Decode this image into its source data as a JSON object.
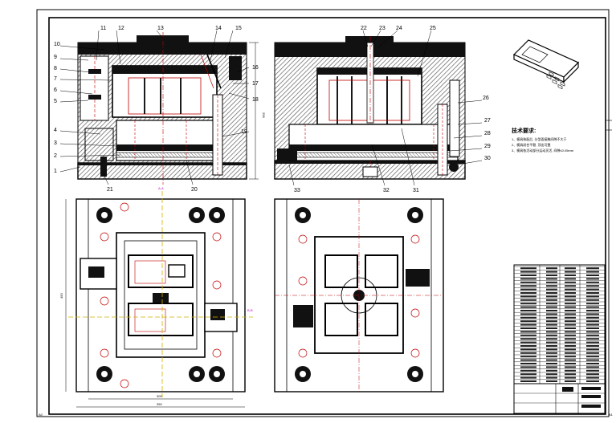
{
  "part_labels_left": [
    {
      "num": "10"
    },
    {
      "num": "9"
    },
    {
      "num": "8"
    },
    {
      "num": "7"
    },
    {
      "num": "6"
    },
    {
      "num": "5"
    },
    {
      "num": "4"
    },
    {
      "num": "3"
    },
    {
      "num": "2"
    },
    {
      "num": "1"
    }
  ],
  "part_labels_top": [
    {
      "num": "11"
    },
    {
      "num": "12"
    },
    {
      "num": "13"
    },
    {
      "num": "14"
    },
    {
      "num": "15"
    },
    {
      "num": "22"
    },
    {
      "num": "23"
    },
    {
      "num": "24"
    },
    {
      "num": "25"
    }
  ],
  "part_labels_right": [
    {
      "num": "16"
    },
    {
      "num": "17"
    },
    {
      "num": "18"
    },
    {
      "num": "19"
    },
    {
      "num": "26"
    },
    {
      "num": "27"
    },
    {
      "num": "28"
    },
    {
      "num": "29"
    },
    {
      "num": "30"
    }
  ],
  "part_labels_bottom": [
    {
      "num": "21"
    },
    {
      "num": "20"
    },
    {
      "num": "33"
    },
    {
      "num": "32"
    },
    {
      "num": "31"
    }
  ],
  "sheet_corner": {
    "bottom_left": "A0",
    "bottom_right": "A1"
  },
  "tech_requirements": {
    "title": "技术要求:",
    "items": [
      "1、模具装配后, 分型面接触间隙不大于",
      "2、模具闭合平稳, 顶出可靠",
      "3、模具各活动部分运动灵活, 间隙≤0.05mm"
    ]
  },
  "section_markers": {
    "a": "A-A",
    "b": "B-B"
  },
  "dimensions": {
    "width_inner": "300",
    "width_outer": "350",
    "height_plan": "450",
    "height_section": "296"
  }
}
